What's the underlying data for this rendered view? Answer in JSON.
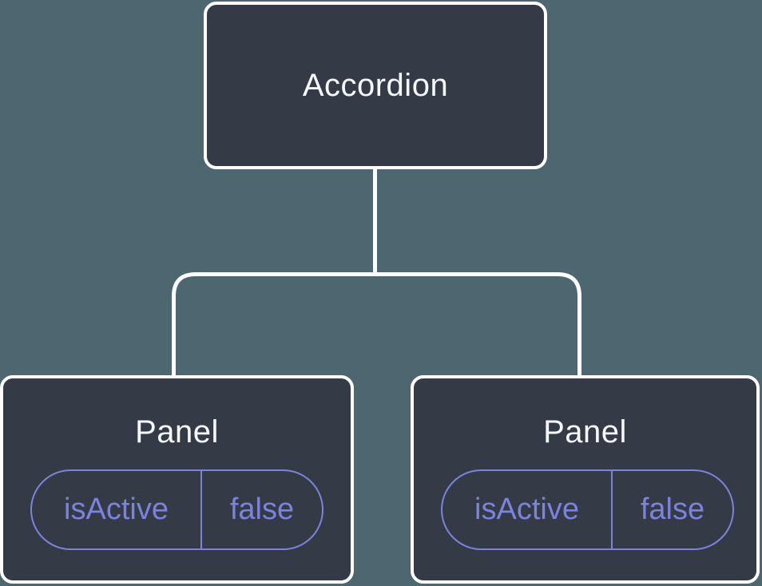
{
  "diagram": {
    "type": "component-tree",
    "root": {
      "label": "Accordion"
    },
    "children": [
      {
        "label": "Panel",
        "state": {
          "key": "isActive",
          "value": "false"
        }
      },
      {
        "label": "Panel",
        "state": {
          "key": "isActive",
          "value": "false"
        }
      }
    ]
  },
  "colors": {
    "background": "#4D666F",
    "node_fill": "#343A46",
    "node_border": "#FFFFFF",
    "connector": "#FFFFFF",
    "title_text": "#F5F7F9",
    "accent_purple": "#7B83DD"
  }
}
